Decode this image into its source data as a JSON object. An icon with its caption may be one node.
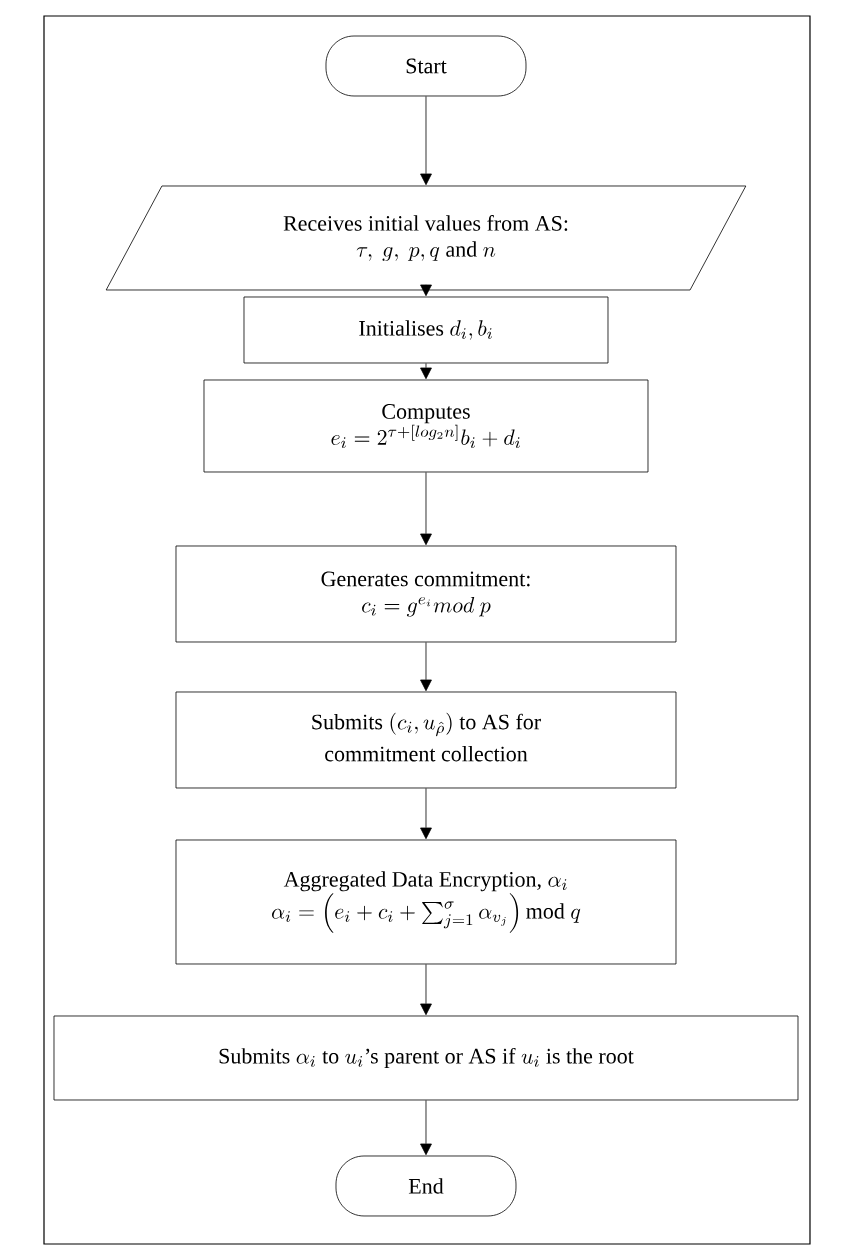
{
  "diagram": {
    "nodes": [
      {
        "text": [
          "Start"
        ]
      },
      {
        "text": [
          "Receives initial values from AS:",
          "\\tau,\\ g,\\ p, q \\text{ and } n"
        ]
      },
      {
        "text": [
          "\\text{Initialises } d_i, b_i"
        ]
      },
      {
        "text": [
          "Computes",
          "e_i = 2^{\\tau+[log_2 n]} b_i + d_i"
        ]
      },
      {
        "text": [
          "Generates commitment:",
          "c_i = g^{e_i} mod\\ p"
        ]
      },
      {
        "text": [
          "\\begin{gathered}\\text{Submits } (c_i,u_{\\hat{\\rho}}) \\text{ to AS for}\\\\ \\text{commitment collection}\\end{gathered}"
        ]
      },
      {
        "text": [
          "\\text{Aggregated Data Encryption, } \\alpha_i",
          "\\alpha_i = \\left(e_i + c_i + \\textstyle\\sum_{j=1}^{\\sigma} \\alpha_{v_j}\\right) \\text{mod } q"
        ]
      },
      {
        "text": [
          "\\text{Submits } \\alpha_i \\text{ to } u_i\\text{'s parent or AS if } u_i \\text{ is the root}"
        ]
      },
      {
        "text": [
          "End"
        ]
      }
    ],
    "edges": [
      {
        "from": 0,
        "to": 1,
        "arrow": "to"
      },
      {
        "from": 1,
        "to": 2,
        "arrow": "to"
      },
      {
        "from": 2,
        "to": 3,
        "arrow": "to"
      },
      {
        "from": 3,
        "to": 4,
        "arrow": "to"
      },
      {
        "from": 4,
        "to": 5,
        "arrow": "to"
      },
      {
        "from": 5,
        "to": 6,
        "arrow": "to"
      },
      {
        "from": 6,
        "to": 7,
        "arrow": "to"
      },
      {
        "from": 7,
        "to": 8,
        "arrow": "to"
      }
    ]
  }
}
